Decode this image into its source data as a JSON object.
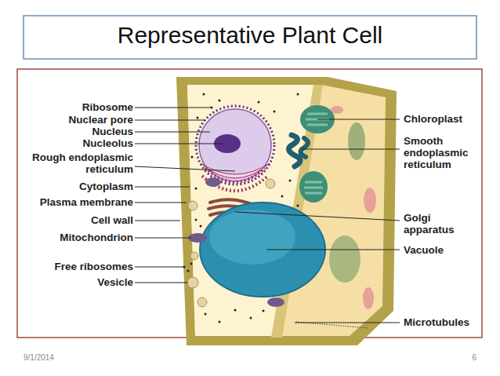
{
  "diagram": {
    "title": "Representative Plant Cell",
    "labels": [
      "Ribosome",
      "Nuclear pore",
      "Nucleus",
      "Nucleolus",
      "Rough endoplasmic reticulum",
      "Cytoplasm",
      "Plasma membrane",
      "Cell wall",
      "Mitochondrion",
      "Free ribosomes",
      "Vesicle",
      "Chloroplast",
      "Smooth endoplasmic reticulum",
      "Golgi apparatus",
      "Vacuole",
      "Microtubules",
      "9/1/2014",
      "6"
    ]
  }
}
